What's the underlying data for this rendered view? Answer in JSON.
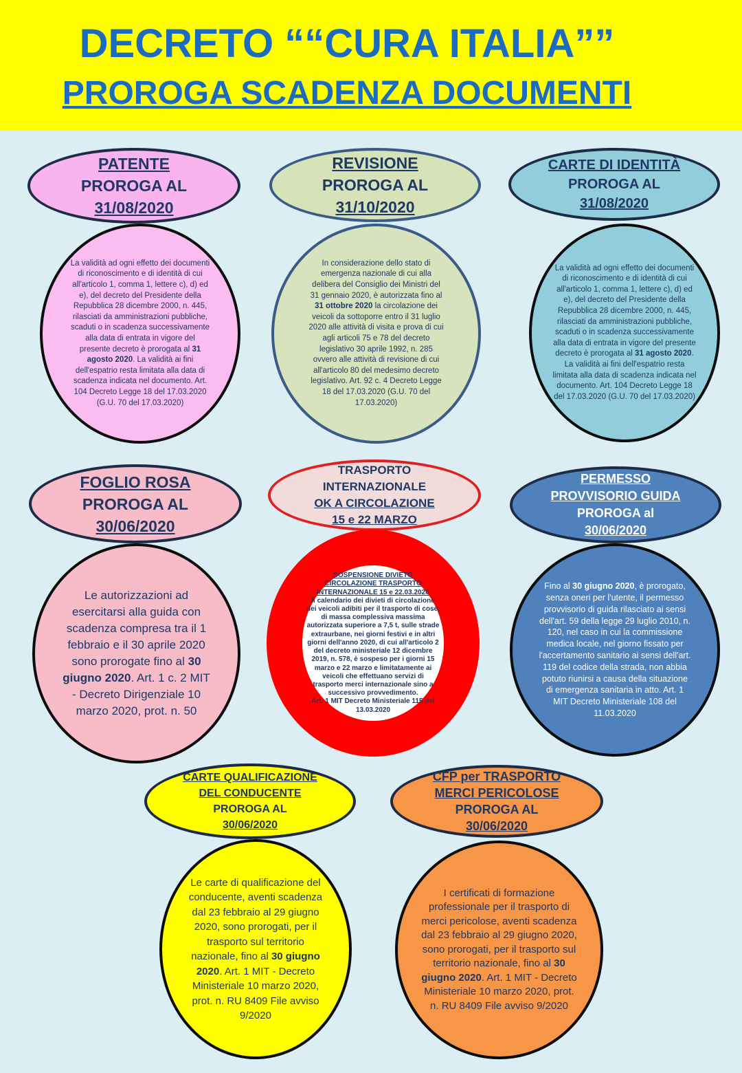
{
  "header": {
    "title": "DECRETO ““CURA ITALIA””",
    "subtitle": "PROROGA SCADENZA DOCUMENTI"
  },
  "cards": [
    {
      "title": "PATENTE",
      "line2": "PROROGA AL",
      "date": "31/08/2020",
      "body": {
        "before": "La validità ad ogni effetto dei documenti di riconoscimento e di identità di cui all'articolo 1, comma 1, lettere c), d) ed e), del decreto del Presidente della Repubblica 28 dicembre 2000, n. 445, rilasciati da amministrazioni pubbliche, scaduti o in scadenza successivamente alla data di entrata in vigore del presente decreto è prorogata al ",
        "bold": "31 agosto 2020",
        "after": ". La validità ai fini dell'espatrio resta limitata alla data di scadenza indicata nel documento.  Art. 104 Decreto Legge 18 del 17.03.2020 (G.U. 70 del 17.03.2020)"
      }
    },
    {
      "title": "REVISIONE",
      "line2": "PROROGA AL",
      "date": "31/10/2020",
      "body": {
        "before": "In considerazione dello stato di emergenza nazionale di cui alla delibera del Consiglio dei Ministri del 31 gennaio 2020, è autorizzata fino al ",
        "bold": "31 ottobre 2020",
        "after": " la circolazione dei veicoli da sottoporre entro il 31 luglio 2020 alle attività di visita e prova di cui agli articoli 75 e 78 del decreto legislativo 30 aprile 1992, n. 285 ovvero alle attività di revisione di cui all'articolo 80 del medesimo decreto legislativo. Art. 92 c. 4 Decreto Legge 18 del 17.03.2020 (G.U. 70 del 17.03.2020)"
      }
    },
    {
      "title": "CARTE DI IDENTITÀ",
      "line2": "PROROGA AL",
      "date": "31/08/2020",
      "body": {
        "before": "La validità ad ogni effetto dei documenti di riconoscimento e di identità di cui all'articolo 1, comma 1, lettere c), d) ed e), del decreto del Presidente della Repubblica 28 dicembre 2000, n. 445, rilasciati da amministrazioni pubbliche, scaduti o in scadenza successivamente alla data di entrata in vigore del presente decreto è prorogata al ",
        "bold": "31 agosto 2020",
        "after": ". La validità ai fini dell'espatrio resta limitata alla data di scadenza indicata nel documento. Art. 104 Decreto Legge 18 del 17.03.2020 (G.U. 70 del 17.03.2020)"
      }
    },
    {
      "title": "FOGLIO ROSA",
      "line2": "PROROGA AL",
      "date": "30/06/2020",
      "body": {
        "before": "Le autorizzazioni ad esercitarsi alla guida con scadenza compresa tra il 1 febbraio e il 30 aprile 2020 sono prorogate fino al ",
        "bold": "30 giugno 2020",
        "after": ". Art. 1 c. 2 MIT - Decreto Dirigenziale 10 marzo 2020, prot. n. 50"
      }
    },
    {
      "title": "TRASPORTO",
      "title2": "INTERNAZIONALE",
      "line2": "OK A CIRCOLAZIONE",
      "date": "15 e 22 MARZO",
      "body": {
        "heading": "SOSPENSIONE DIVIETO CIRCOLAZIONE TRASPORTO INTERNAZIONALE 15 e 22.03.2020",
        "text": "Il calendario dei divieti di circolazione dei veicoli adibiti per il trasporto di cose, di massa complessiva massima autorizzata superiore a 7,5 t, sulle strade extraurbane, nei giorni festivi e in altri giorni dell'anno 2020, di cui all'articolo 2 del decreto ministeriale 12 dicembre 2019, n. 578, è sospeso per i giorni 15 marzo e 22 marzo e limitatamente ai veicoli che effettuano servizi di trasporto merci internazionale sino a successivo provvedimento.",
        "ref": "Art. 1 MIT Decreto Ministeriale 115 del 13.03.2020"
      }
    },
    {
      "title": "PERMESSO",
      "title2": "PROVVISORIO GUIDA",
      "line2": "PROROGA al",
      "date": "30/06/2020",
      "body": {
        "before": "Fino al ",
        "bold": "30 giugno 2020",
        "after": ", è prorogato, senza oneri per l'utente, il permesso provvisorio di guida rilasciato ai sensi dell'art. 59 della legge 29 luglio 2010, n. 120, nel caso in cui la commissione medica locale, nel giorno fissato per l'accertamento sanitario ai sensi dell'art. 119 del codice della strada, non abbia potuto riunirsi a causa della situazione di emergenza sanitaria in atto. Art. 1 MIT Decreto Ministeriale 108 del 11.03.2020"
      }
    },
    {
      "title": "CARTE QUALIFICAZIONE",
      "title2": "DEL CONDUCENTE",
      "line2": "PROROGA AL",
      "date": "30/06/2020",
      "body": {
        "before": "Le carte di qualificazione del conducente, aventi scadenza dal 23 febbraio al 29 giugno 2020, sono prorogati, per il trasporto sul territorio nazionale, fino al ",
        "bold": "30 giugno 2020",
        "after": ". Art. 1 MIT - Decreto Ministeriale 10 marzo 2020, prot. n. RU 8409 File avviso 9/2020"
      }
    },
    {
      "title": "CFP per TRASPORTO",
      "title2": "MERCI PERICOLOSE",
      "line2": "PROROGA AL",
      "date": "30/06/2020",
      "body": {
        "before": "I certificati di formazione professionale per il trasporto di merci pericolose, aventi scadenza dal 23 febbraio al 29 giugno 2020, sono prorogati, per il trasporto sul territorio nazionale, fino al ",
        "bold": "30 giugno 2020",
        "after": ". Art. 1 MIT - Decreto Ministeriale 10 marzo 2020, prot. n. RU 8409 File avviso 9/2020"
      }
    }
  ],
  "colors": {
    "banner": "#ffff00",
    "title": "#1b6cc0",
    "background": "#dbeef4"
  }
}
